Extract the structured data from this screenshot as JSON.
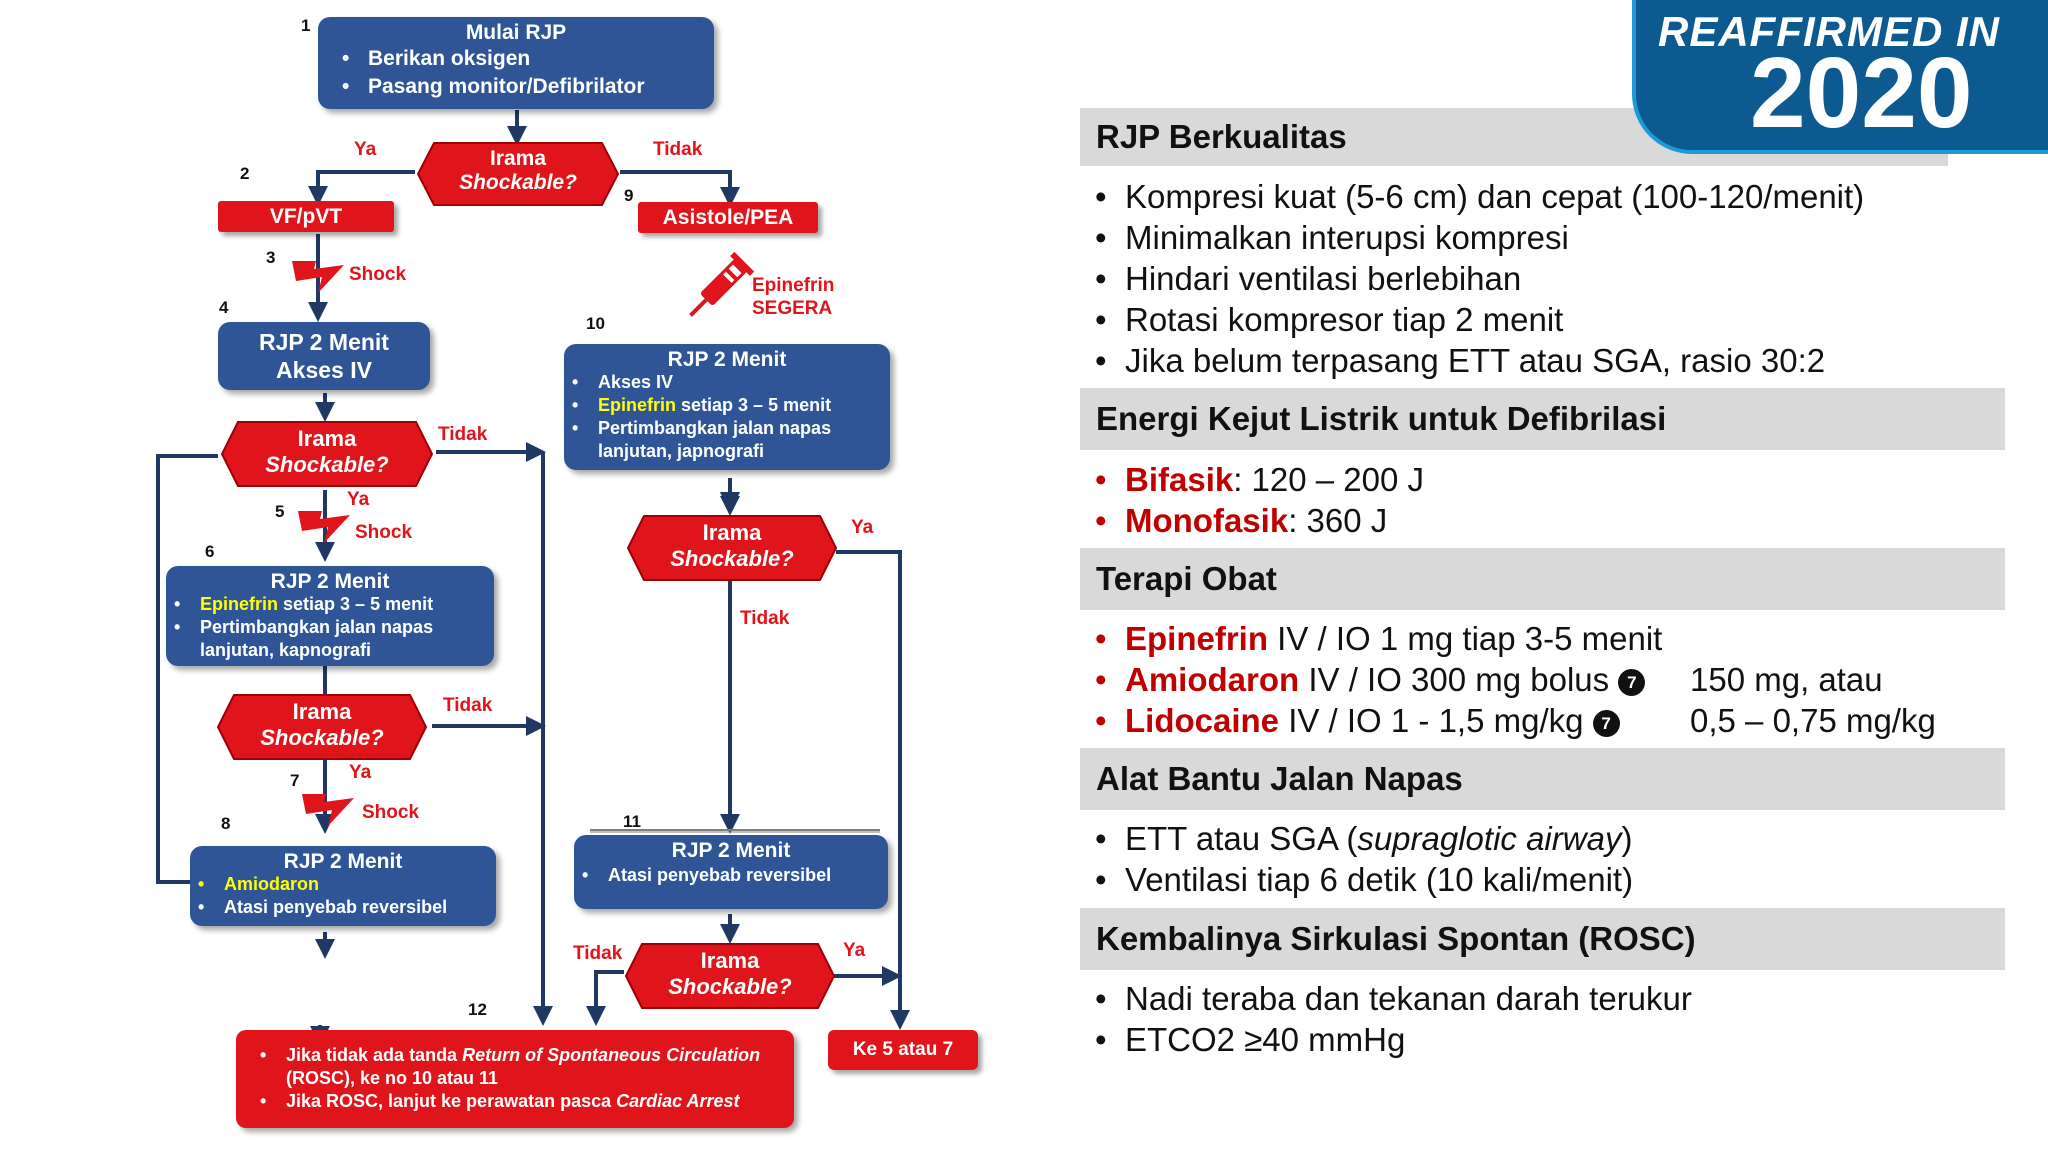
{
  "banner": {
    "line1": "REAFFIRMED IN",
    "line2": "2020",
    "bg": "#0d5a91"
  },
  "colors": {
    "box_blue": "#2f5597",
    "alert_red": "#e0141b",
    "section_gray": "#d9d9d9",
    "text_red": "#c00000",
    "highlight_yellow": "#ffff00"
  },
  "flow": {
    "n1": "1",
    "n2": "2",
    "n3": "3",
    "n4": "4",
    "n5": "5",
    "n6": "6",
    "n7": "7",
    "n8": "8",
    "n9": "9",
    "n10": "10",
    "n11": "11",
    "n12": "12",
    "start": {
      "title": "Mulai RJP",
      "b1": "Berikan oksigen",
      "b2": "Pasang monitor/Defibrilator"
    },
    "decision_top": {
      "l1": "Irama",
      "l2": "Shockable?"
    },
    "ya": "Ya",
    "tidak": "Tidak",
    "shock": "Shock",
    "vf": "VF/pVT",
    "asis": "Asistole/PEA",
    "epi_segera": {
      "l1": "Epinefrin",
      "l2": "SEGERA"
    },
    "box4": {
      "l1": "RJP 2 Menit",
      "l2": "Akses IV"
    },
    "box6": {
      "title": "RJP 2 Menit",
      "b1_hl": "Epinefrin",
      "b1_rest": " setiap 3 – 5 menit",
      "b2": "Pertimbangkan jalan napas lanjutan, kapnografi"
    },
    "box8": {
      "title": "RJP 2 Menit",
      "b1": "Amiodaron",
      "b2": "Atasi penyebab reversibel"
    },
    "box10": {
      "title": "RJP 2 Menit",
      "b1": "Akses IV",
      "b2_hl": "Epinefrin",
      "b2_rest": " setiap 3 – 5 menit",
      "b3": "Pertimbangkan jalan napas lanjutan, japnografi"
    },
    "box11": {
      "title": "RJP 2 Menit",
      "b1": "Atasi penyebab reversibel"
    },
    "ke57": "Ke 5 atau 7",
    "box12": {
      "b1_pre": "Jika tidak ada tanda ",
      "b1_it": "Return of Spontaneous Circulation",
      "b1_post": " (ROSC), ke no 10 atau 11",
      "b2_pre": "Jika ROSC, lanjut ke perawatan pasca ",
      "b2_it": "Cardiac Arrest"
    }
  },
  "panel": {
    "s1": {
      "title": "RJP Berkualitas",
      "items": [
        "Kompresi kuat (5-6 cm) dan cepat (100-120/menit)",
        "Minimalkan interupsi kompresi",
        "Hindari ventilasi berlebihan",
        "Rotasi kompresor tiap 2 menit",
        "Jika belum terpasang ETT atau SGA, rasio 30:2"
      ]
    },
    "s2": {
      "title": "Energi Kejut Listrik untuk Defibrilasi",
      "i1_red": "Bifasik",
      "i1_rest": ": 120 – 200 J",
      "i2_red": "Monofasik",
      "i2_rest": ": 360 J"
    },
    "s3": {
      "title": "Terapi Obat",
      "i1_red": "Epinefrin",
      "i1_rest": " IV / IO 1 mg tiap 3-5 menit",
      "i2_red": "Amiodaron",
      "i2_rest": " IV / IO 300 mg bolus",
      "i2_mark": "7",
      "i2_tail": "150 mg, atau",
      "i3_red": "Lidocaine",
      "i3_rest": " IV / IO 1 - 1,5 mg/kg",
      "i3_mark": "7",
      "i3_tail": "0,5 – 0,75 mg/kg"
    },
    "s4": {
      "title": "Alat Bantu Jalan Napas",
      "i1_pre": "ETT atau SGA (",
      "i1_it": "supraglotic airway",
      "i1_post": ")",
      "i2": "Ventilasi tiap 6 detik (10 kali/menit)"
    },
    "s5": {
      "title": "Kembalinya Sirkulasi Spontan (ROSC)",
      "i1": "Nadi teraba dan tekanan darah terukur",
      "i2": "ETCO2 ≥40 mmHg"
    }
  }
}
